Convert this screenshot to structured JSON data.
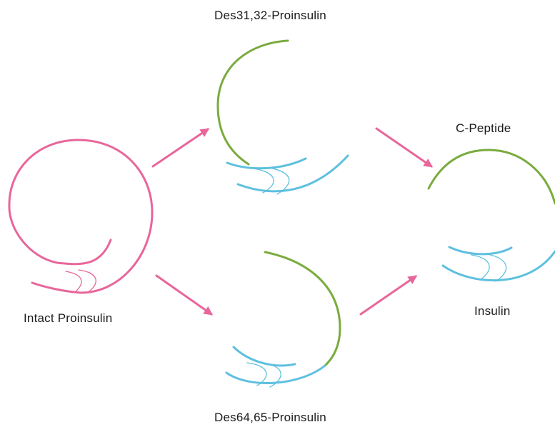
{
  "labels": {
    "intact_proinsulin": "Intact Proinsulin",
    "des31_32_proinsulin": "Des31,32-Proinsulin",
    "des64_65_proinsulin": "Des64,65-Proinsulin",
    "c_peptide": "C-Peptide",
    "insulin": "Insulin"
  },
  "colors": {
    "proinsulin": "#e8669a",
    "c_peptide": "#7aab3e",
    "insulin_chain": "#5ec0df",
    "arrow": "#e8669a",
    "text": "#1a1a1a"
  }
}
